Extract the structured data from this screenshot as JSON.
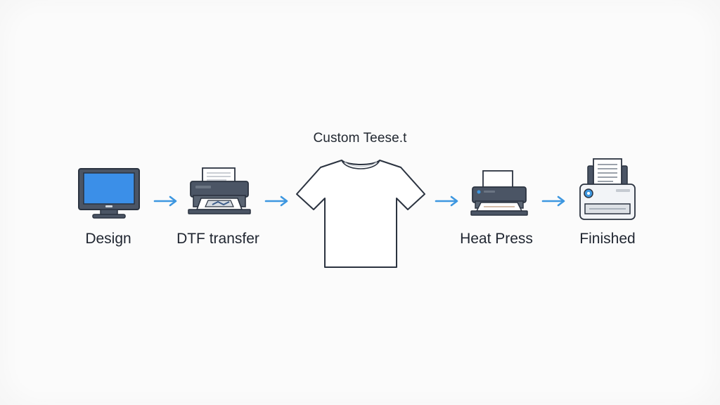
{
  "title": "Custom Teese.t",
  "steps": [
    {
      "label": "Design",
      "icon": "monitor-icon"
    },
    {
      "label": "DTF transfer",
      "icon": "printer-icon"
    },
    {
      "label": "",
      "icon": "tshirt-icon"
    },
    {
      "label": "Heat Press",
      "icon": "heat-press-icon"
    },
    {
      "label": "Finished",
      "icon": "finished-printer-icon"
    }
  ],
  "colors": {
    "accent": "#3d97e0",
    "screen": "#3b8fe8",
    "dark": "#4a5563",
    "outline": "#2b3340"
  }
}
